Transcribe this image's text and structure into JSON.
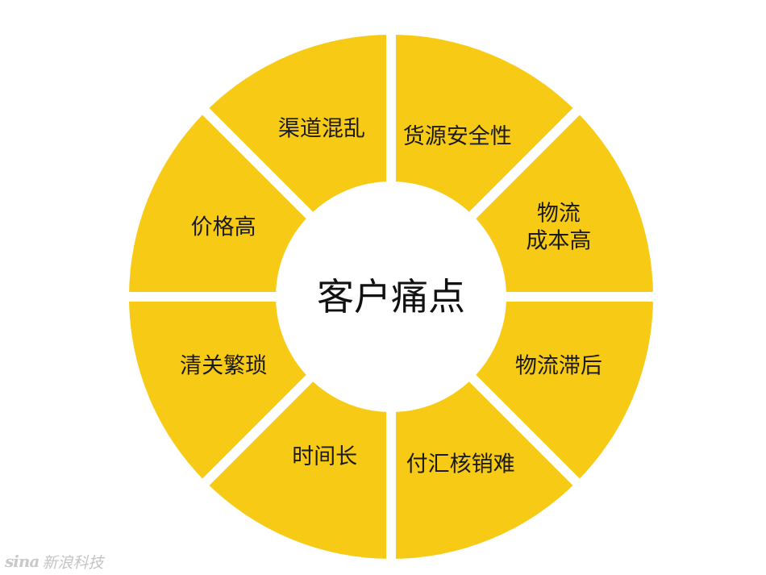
{
  "diagram": {
    "center_label": "客户痛点",
    "segments": [
      {
        "id": "huoyuan",
        "lines": [
          "货源安全性"
        ]
      },
      {
        "id": "wuliu-chengben",
        "lines": [
          "物流",
          "成本高"
        ]
      },
      {
        "id": "wuliu-zhihou",
        "lines": [
          "物流滞后"
        ]
      },
      {
        "id": "fuhui",
        "lines": [
          "付汇核销难"
        ]
      },
      {
        "id": "shijian",
        "lines": [
          "时间长"
        ]
      },
      {
        "id": "qingguan",
        "lines": [
          "清关繁琐"
        ]
      },
      {
        "id": "jiage",
        "lines": [
          "价格高"
        ]
      },
      {
        "id": "qudao",
        "lines": [
          "渠道混乱"
        ]
      }
    ],
    "colors": {
      "segment_fill": "#F7CB15",
      "center_fill": "#FFFFFF",
      "gap": "#FFFFFF",
      "text": "#1A1A1A"
    }
  },
  "watermark": {
    "logo": "sina",
    "text": "新浪科技"
  }
}
